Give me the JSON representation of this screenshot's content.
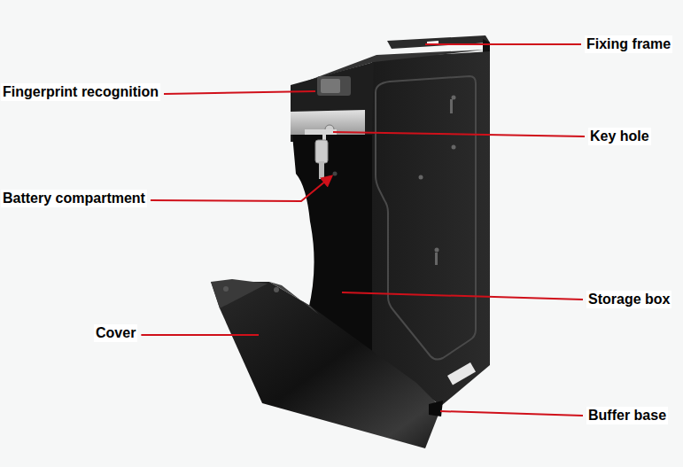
{
  "diagram": {
    "labels": [
      "Fixing frame",
      "Fingerprint recognition",
      "Key hole",
      "Battery compartment",
      "Storage box",
      "Cover",
      "Buffer base"
    ]
  }
}
